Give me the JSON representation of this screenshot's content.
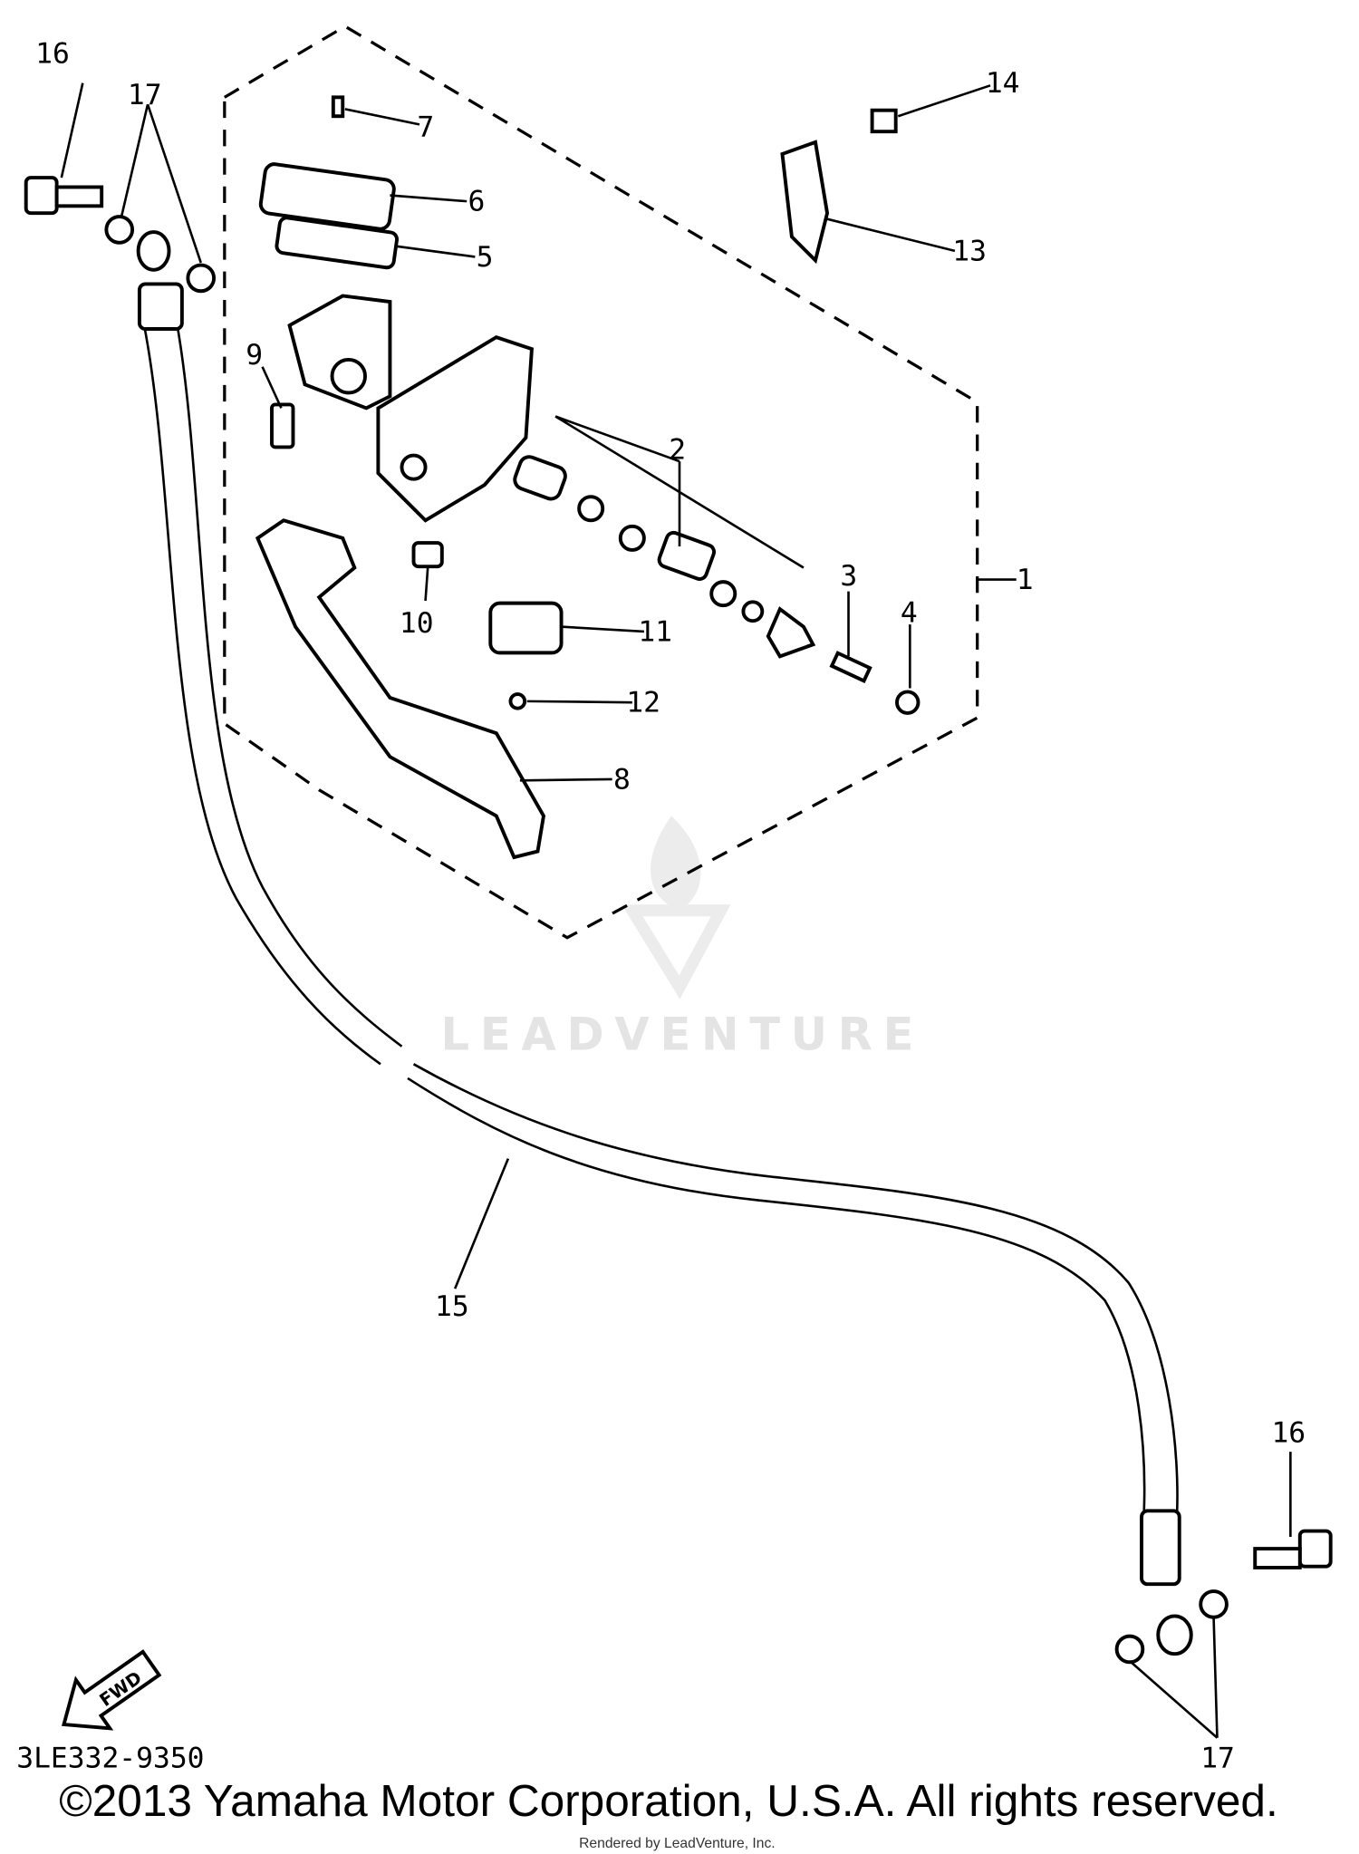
{
  "diagram": {
    "callouts": [
      "1",
      "2",
      "3",
      "4",
      "5",
      "6",
      "7",
      "8",
      "9",
      "10",
      "11",
      "12",
      "13",
      "14",
      "15",
      "16",
      "17"
    ],
    "diagram_code": "3LE332-9350",
    "fwd_arrow_label": "FWD",
    "copyright": "©2013 Yamaha Motor Corporation, U.S.A. All rights reserved.",
    "rendered_by": "Rendered by LeadVenture, Inc.",
    "watermark": "LEADVENTURE"
  }
}
